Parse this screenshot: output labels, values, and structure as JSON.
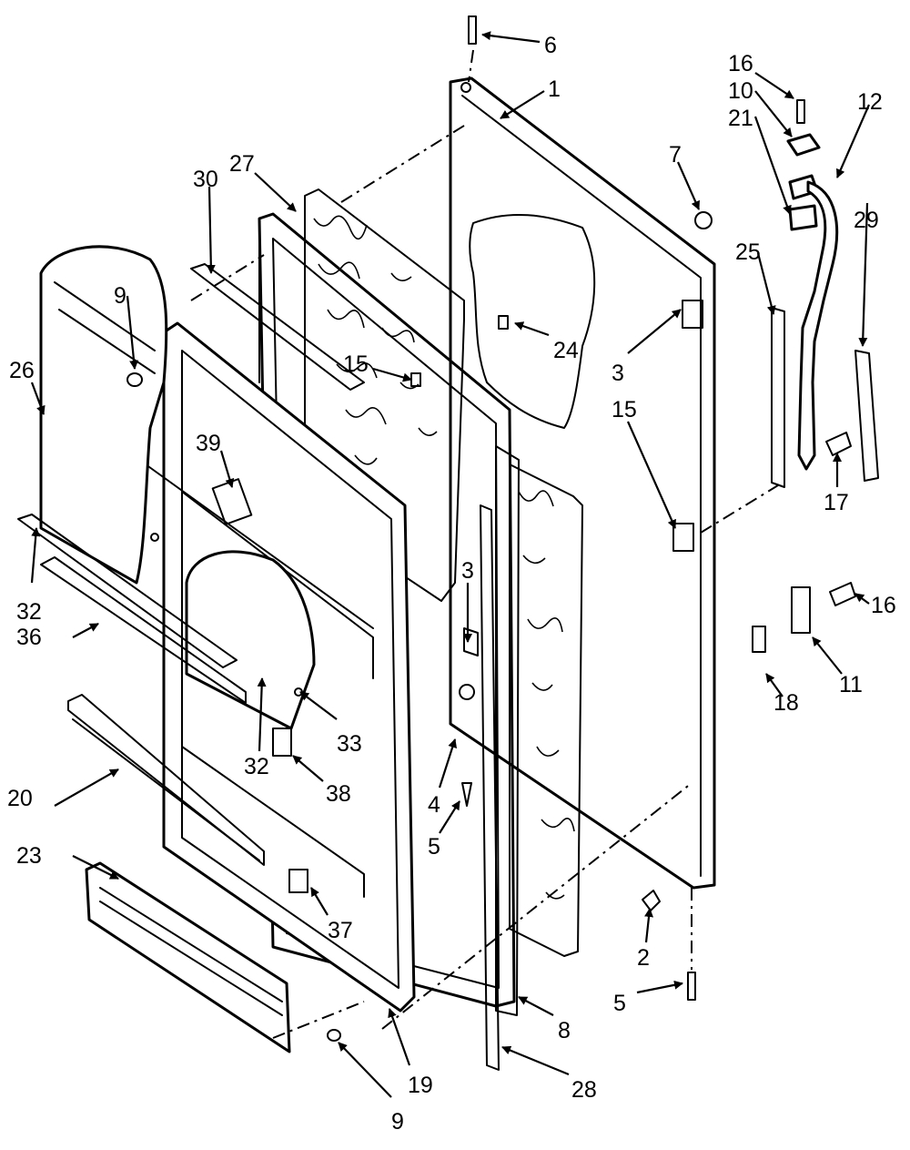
{
  "callouts": [
    {
      "label": "1"
    },
    {
      "label": "2"
    },
    {
      "label": "3"
    },
    {
      "label": "3"
    },
    {
      "label": "4"
    },
    {
      "label": "5"
    },
    {
      "label": "5"
    },
    {
      "label": "6"
    },
    {
      "label": "7"
    },
    {
      "label": "8"
    },
    {
      "label": "9"
    },
    {
      "label": "9"
    },
    {
      "label": "10"
    },
    {
      "label": "11"
    },
    {
      "label": "12"
    },
    {
      "label": "15"
    },
    {
      "label": "15"
    },
    {
      "label": "16"
    },
    {
      "label": "16"
    },
    {
      "label": "17"
    },
    {
      "label": "18"
    },
    {
      "label": "19"
    },
    {
      "label": "20"
    },
    {
      "label": "21"
    },
    {
      "label": "23"
    },
    {
      "label": "24"
    },
    {
      "label": "25"
    },
    {
      "label": "26"
    },
    {
      "label": "27"
    },
    {
      "label": "28"
    },
    {
      "label": "29"
    },
    {
      "label": "30"
    },
    {
      "label": "32"
    },
    {
      "label": "32"
    },
    {
      "label": "33"
    },
    {
      "label": "36"
    },
    {
      "label": "37"
    },
    {
      "label": "38"
    },
    {
      "label": "39"
    }
  ]
}
